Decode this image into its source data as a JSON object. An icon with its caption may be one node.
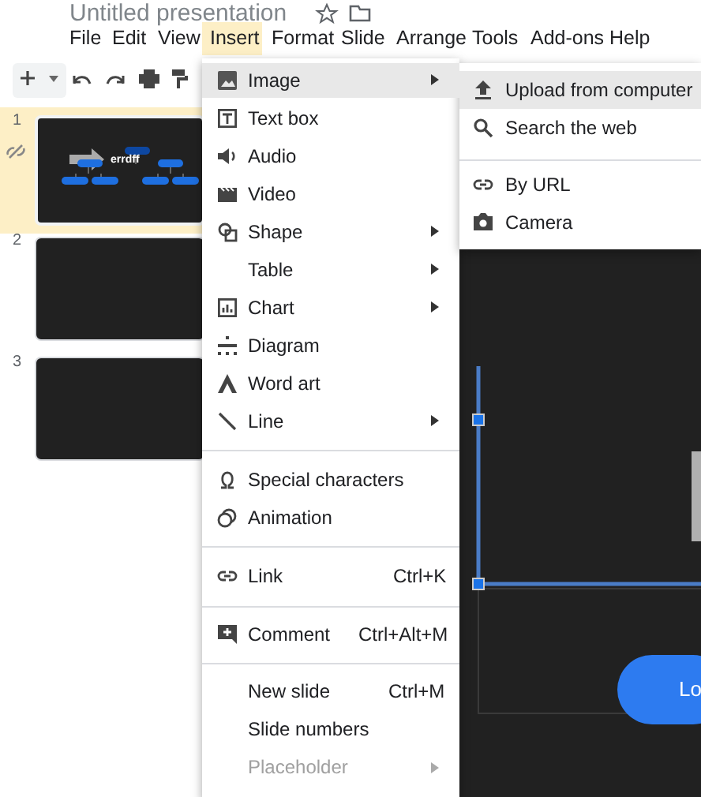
{
  "diagram": {
    "labels": [
      "Untitled presentation",
      "File",
      "Edit",
      "View",
      "Insert",
      "Format",
      "Slide",
      "Arrange",
      "Tools",
      "Add-ons",
      "Help",
      "1",
      "2",
      "3",
      "errdff",
      "Image",
      "Text box",
      "Audio",
      "Video",
      "Shape",
      "Table",
      "Chart",
      "Diagram",
      "Word art",
      "Line",
      "Special characters",
      "Animation",
      "Link",
      "Ctrl+K",
      "Comment",
      "Ctrl+Alt+M",
      "New slide",
      "Ctrl+M",
      "Slide numbers",
      "Placeholder",
      "Upload from computer",
      "Search the web",
      "By URL",
      "Camera",
      "Lo"
    ]
  }
}
